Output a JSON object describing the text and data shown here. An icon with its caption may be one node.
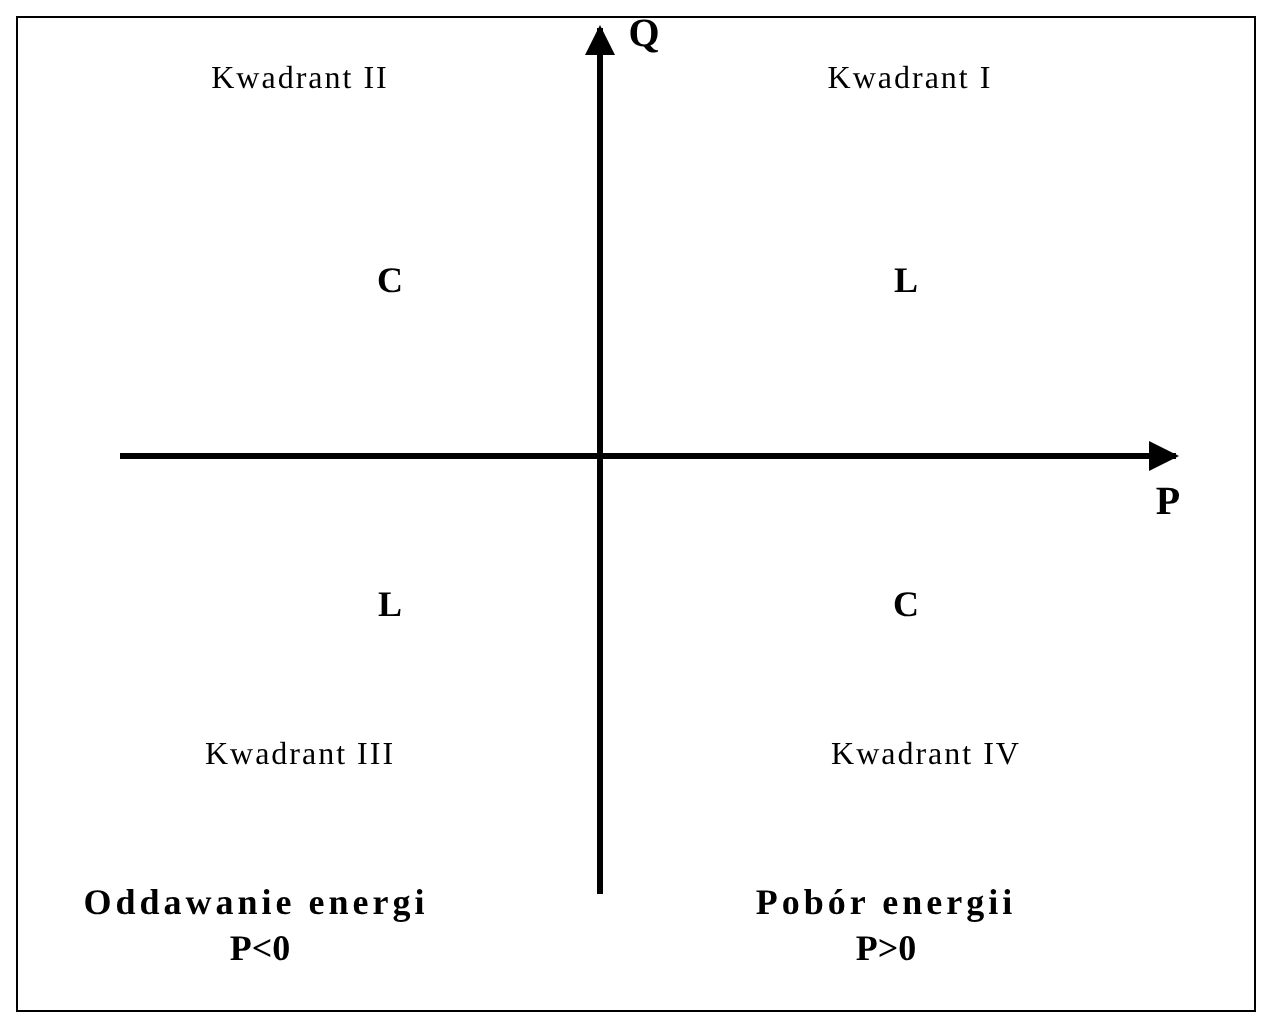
{
  "diagram": {
    "labels": [
      "Kwadrant II",
      "Q",
      "Kwadrant I",
      "C",
      "L",
      "P",
      "L",
      "C",
      "Kwadrant III",
      "Kwadrant IV",
      "Oddawanie energi",
      "Pobór energii",
      "P<0",
      "P>0"
    ]
  }
}
